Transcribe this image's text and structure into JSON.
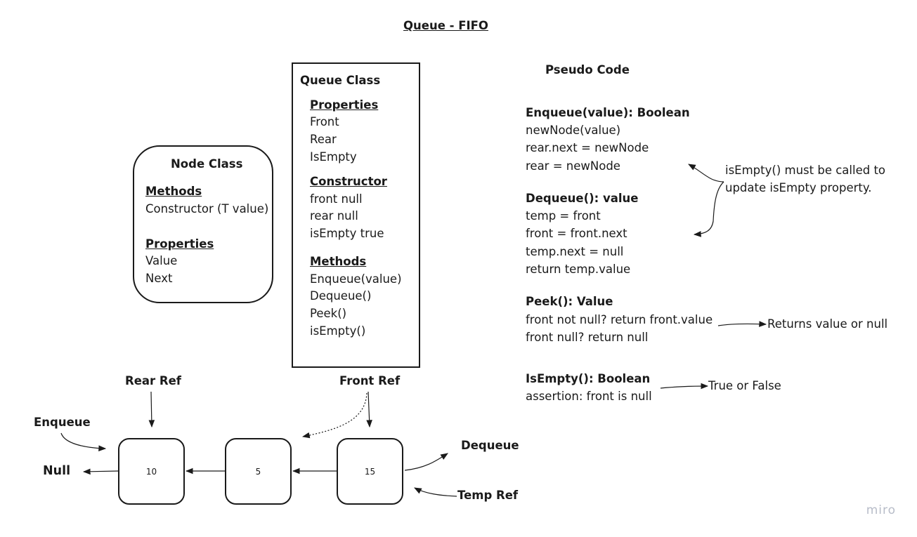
{
  "title": "Queue  -  FIFO",
  "watermark": "miro",
  "node_class": {
    "title": "Node Class",
    "methods_heading": "Methods",
    "methods": [
      "Constructor (T value)"
    ],
    "properties_heading": "Properties",
    "properties": [
      "Value",
      "Next"
    ]
  },
  "queue_class": {
    "title": "Queue Class",
    "properties_heading": "Properties",
    "properties": [
      "Front",
      "Rear",
      "IsEmpty"
    ],
    "constructor_heading": "Constructor",
    "constructor": [
      "front null",
      "rear null",
      "isEmpty true"
    ],
    "methods_heading": "Methods",
    "methods": [
      "Enqueue(value)",
      "Dequeue()",
      "Peek()",
      "isEmpty()"
    ]
  },
  "pseudo_code": {
    "heading": "Pseudo Code",
    "enqueue": {
      "signature": "Enqueue(value): Boolean",
      "lines": [
        "newNode(value)",
        "rear.next = newNode",
        "rear = newNode"
      ]
    },
    "dequeue": {
      "signature": "Dequeue(): value",
      "lines": [
        "temp = front",
        "front = front.next",
        "temp.next = null",
        "return temp.value"
      ]
    },
    "peek": {
      "signature": "Peek(): Value",
      "lines": [
        "front not null? return front.value",
        "front null? return null"
      ]
    },
    "isempty": {
      "signature": "IsEmpty(): Boolean",
      "lines": [
        "assertion: front is null"
      ]
    }
  },
  "annotations": {
    "isempty_note": [
      "isEmpty() must be called to",
      "update isEmpty property."
    ],
    "peek_note": "Returns value or null",
    "isempty_result": "True or False"
  },
  "linked_list": {
    "nodes": [
      "10",
      "5",
      "15"
    ],
    "rear_ref": "Rear Ref",
    "front_ref": "Front Ref",
    "enqueue": "Enqueue",
    "null": "Null",
    "dequeue": "Dequeue",
    "temp_ref": "Temp Ref"
  }
}
